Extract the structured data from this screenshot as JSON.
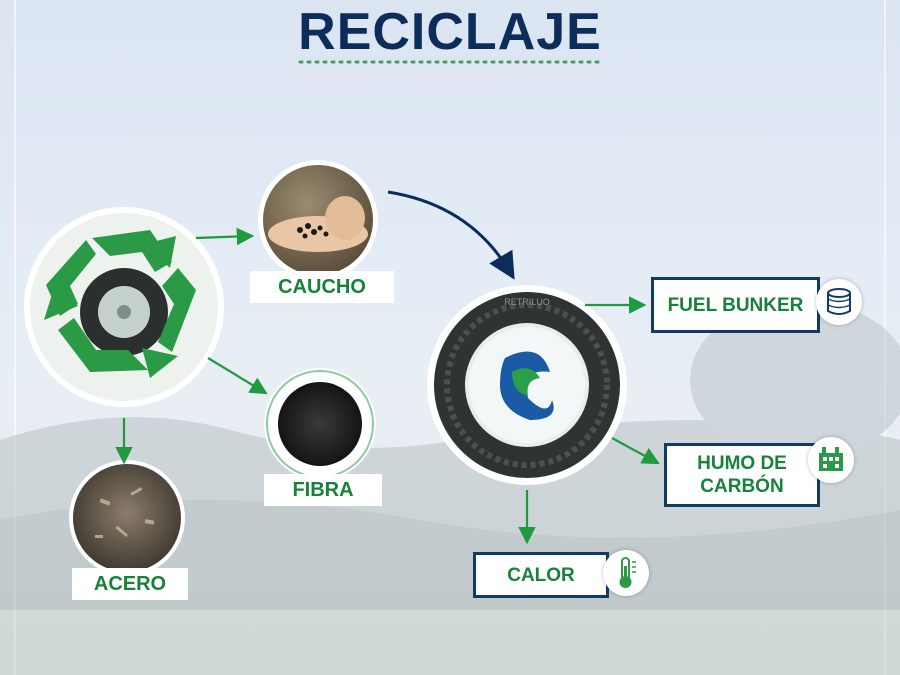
{
  "title": "RECICLAJE",
  "tire_brand": "RETRILUO",
  "nodes": {
    "caucho": "CAUCHO",
    "fibra": "FIBRA",
    "acero": "ACERO"
  },
  "outputs": {
    "fuel": "FUEL BUNKER",
    "humo_line1": "HUMO DE",
    "humo_line2": "CARBÓN",
    "calor": "CALOR"
  },
  "colors": {
    "title": "#0c2d5a",
    "label_green": "#17823a",
    "box_border": "#123a68",
    "arrow_green": "#1f9a3e",
    "arrow_navy": "#0c2d5a"
  },
  "icons": {
    "recycle": "recycle-icon",
    "fuel": "barrels-icon",
    "humo": "factory-icon",
    "calor": "thermometer-icon"
  }
}
